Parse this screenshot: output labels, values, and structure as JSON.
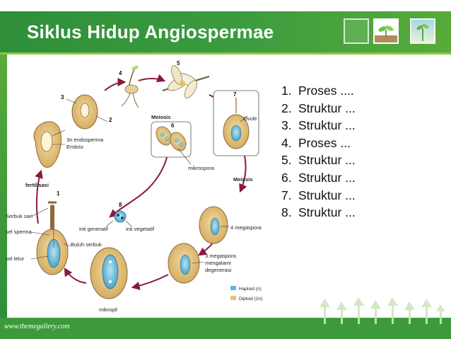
{
  "slide": {
    "title": "Siklus Hidup Angiospermae",
    "footer_url": "www.themegallery.com"
  },
  "list": [
    {
      "num": "1.",
      "text": "Proses ...."
    },
    {
      "num": "2.",
      "text": "Struktur ..."
    },
    {
      "num": "3.",
      "text": "Struktur ..."
    },
    {
      "num": "4.",
      "text": "Proses ..."
    },
    {
      "num": "5.",
      "text": "Struktur ..."
    },
    {
      "num": "6.",
      "text": "Struktur ..."
    },
    {
      "num": "7.",
      "text": "Struktur ..."
    },
    {
      "num": "8.",
      "text": "Struktur ..."
    }
  ],
  "diagram": {
    "step_numbers": [
      "1",
      "2",
      "3",
      "4",
      "5",
      "6",
      "7",
      "8"
    ],
    "labels": {
      "endosperma": "3n endosperma",
      "embrio": "Embrio",
      "fertilisasi": "fertilisasi",
      "meiosis_top": "Meiosis",
      "mikrospora": "mikrospora",
      "ovule": "Ovule",
      "meiosis_right": "Meiosis",
      "megaspora_4": "4 megaspora",
      "megaspora_3a": "3 megaspora",
      "megaspora_3b": "mengalami",
      "megaspora_3c": "degenerasi",
      "inti_generatif": "inti generatif",
      "inti_vegetatif": "inti vegetatif",
      "serbuk_sari": "Serbuk sari",
      "sel_sperma": "sel sperma",
      "buluh_serbuk": "Buluh serbuk",
      "sel_telur": "sel telur",
      "mikropil": "mikropil"
    },
    "legend": [
      {
        "label": "Haploid (n)",
        "color": "#5bb8d6"
      },
      {
        "label": "Diploid (2n)",
        "color": "#e3c27a"
      }
    ]
  }
}
